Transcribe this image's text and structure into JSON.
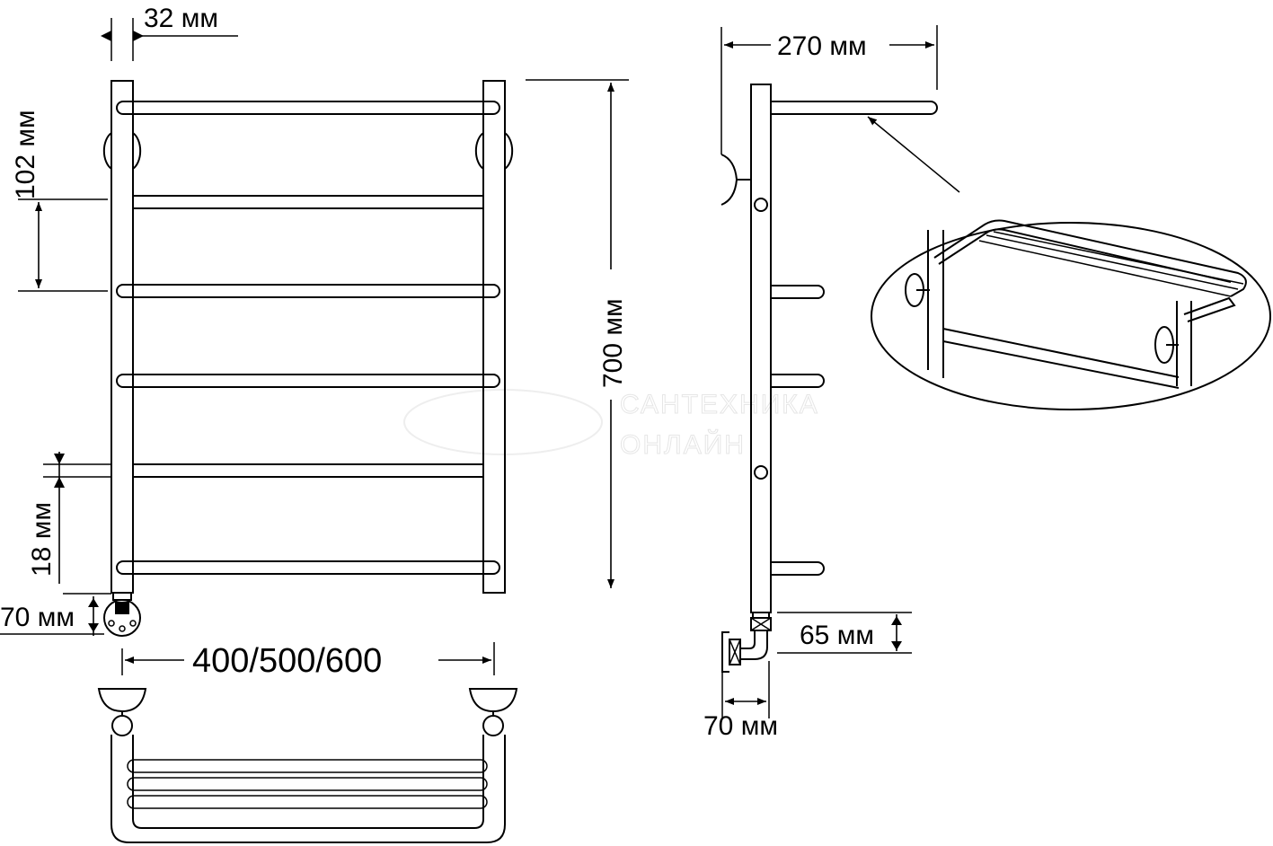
{
  "dimensions": {
    "tube_width": "32 мм",
    "depth": "270 мм",
    "top_spacing": "102 мм",
    "height": "700 мм",
    "bar_gap": "18 мм",
    "bottom_offset_front": "70 мм",
    "width_options": "400/500/600",
    "side_offset": "65 мм",
    "side_outlet": "70 мм"
  },
  "watermark": {
    "line1": "САНТЕХНИКА",
    "line2": "ОНЛАЙН"
  }
}
